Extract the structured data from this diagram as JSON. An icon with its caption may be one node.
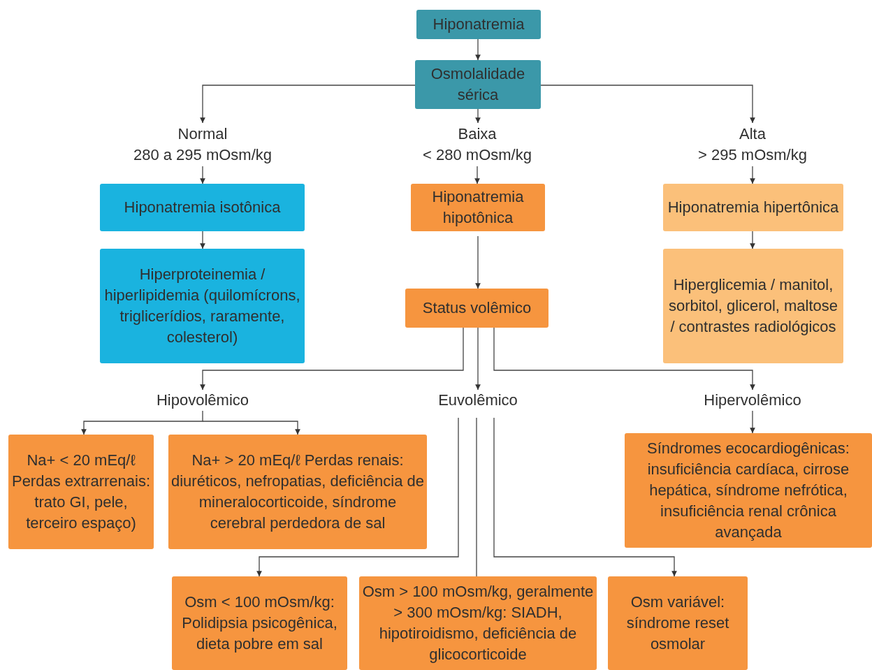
{
  "diagram": {
    "nodes": [
      {
        "text": [
          "Hiponatremia"
        ]
      },
      {
        "text": [
          "Osmolalidade sérica"
        ]
      },
      {
        "text": [
          "Normal",
          "280 a 295 mOsm/kg"
        ]
      },
      {
        "text": [
          "Baixa",
          "< 280 mOsm/kg"
        ]
      },
      {
        "text": [
          "Alta",
          "> 295 mOsm/kg"
        ]
      },
      {
        "text": [
          "Hiponatremia isotônica"
        ]
      },
      {
        "text": [
          "Hiperproteinemia / hiperlipidemia (quilomícrons, triglicerídios, raramente, colesterol)"
        ]
      },
      {
        "text": [
          "Hiponatremia hipotônica"
        ]
      },
      {
        "text": [
          "Status volêmico"
        ]
      },
      {
        "text": [
          "Hiponatremia hipertônica"
        ]
      },
      {
        "text": [
          "Hiperglicemia / manitol, sorbitol, glicerol, maltose / contrastes radiológicos"
        ]
      },
      {
        "text": [
          "Hipovolêmico"
        ]
      },
      {
        "text": [
          "Euvolêmico"
        ]
      },
      {
        "text": [
          "Hipervolêmico"
        ]
      },
      {
        "text": [
          "Na+ < 20 mEq/ℓ Perdas extrarrenais: trato GI, pele, terceiro espaço)"
        ]
      },
      {
        "text": [
          "Na+ > 20 mEq/ℓ Perdas renais: diuréticos, nefropatias, deficiência de mineralocorticoide, síndrome cerebral perdedora de sal"
        ]
      },
      {
        "text": [
          "Síndromes ecocardiogênicas: insuficiência cardíaca, cirrose hepática, síndrome nefrótica, insuficiência renal crônica avançada"
        ]
      },
      {
        "text": [
          "Osm < 100 mOsm/kg: Polidipsia psicogênica, dieta pobre em sal"
        ]
      },
      {
        "text": [
          "Osm > 100 mOsm/kg, geralmente > 300 mOsm/kg: SIADH, hipotiroidismo, deficiência de glicocorticoide"
        ]
      },
      {
        "text": [
          "Osm variável: síndrome reset osmolar"
        ]
      }
    ],
    "edges": [
      {
        "from": 0,
        "to": 1,
        "arrow": "to"
      },
      {
        "from": 1,
        "to": 2,
        "arrow": "to"
      },
      {
        "from": 1,
        "to": 3,
        "arrow": "to"
      },
      {
        "from": 1,
        "to": 4,
        "arrow": "to"
      },
      {
        "from": 2,
        "to": 5,
        "arrow": "to"
      },
      {
        "from": 3,
        "to": 7,
        "arrow": "to"
      },
      {
        "from": 4,
        "to": 9,
        "arrow": "to"
      },
      {
        "from": 5,
        "to": 6,
        "arrow": "to"
      },
      {
        "from": 7,
        "to": 8,
        "arrow": "to"
      },
      {
        "from": 9,
        "to": 10,
        "arrow": "to"
      },
      {
        "from": 8,
        "to": 11,
        "arrow": "to"
      },
      {
        "from": 8,
        "to": 12,
        "arrow": "to"
      },
      {
        "from": 8,
        "to": 13,
        "arrow": "to"
      },
      {
        "from": 11,
        "to": 14,
        "arrow": "to"
      },
      {
        "from": 11,
        "to": 15,
        "arrow": "to"
      },
      {
        "from": 13,
        "to": 16,
        "arrow": "to"
      },
      {
        "from": 12,
        "to": 17,
        "arrow": "to"
      },
      {
        "from": 12,
        "to": 18,
        "arrow": "none"
      },
      {
        "from": 12,
        "to": 19,
        "arrow": "to"
      }
    ]
  }
}
